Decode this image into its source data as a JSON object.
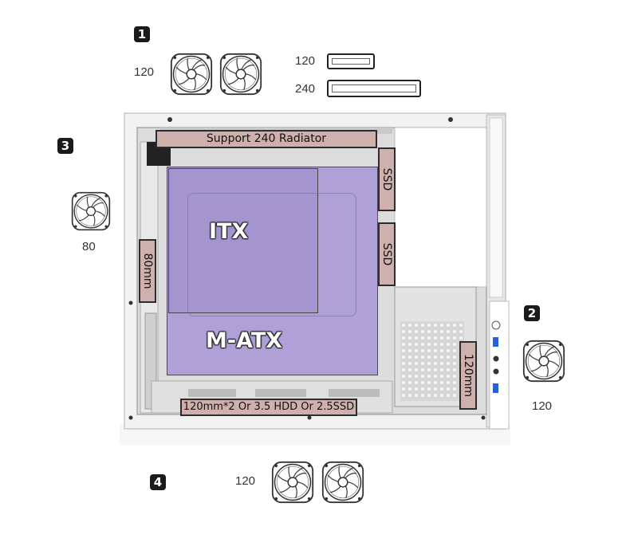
{
  "markers": {
    "m1": "1",
    "m2": "2",
    "m3": "3",
    "m4": "4"
  },
  "top_fans": {
    "size_label": "120"
  },
  "top_radiators": {
    "r120_label": "120",
    "r240_label": "240"
  },
  "side_fan": {
    "size_label": "80"
  },
  "front_fan": {
    "size_label": "120"
  },
  "bottom_fans": {
    "size_label": "120"
  },
  "case_labels": {
    "radiator": "Support 240 Radiator",
    "ssd_1": "SSD",
    "ssd_2": "SSD",
    "mm80": "80mm",
    "mm120": "120mm",
    "bottom": "120mm*2 Or 3.5 HDD Or 2.5SSD",
    "itx": "ITX",
    "matx": "M-ATX"
  },
  "colors": {
    "board": "#a899d6",
    "tag": "#cfb0ad",
    "case": "#f4f4f4"
  }
}
